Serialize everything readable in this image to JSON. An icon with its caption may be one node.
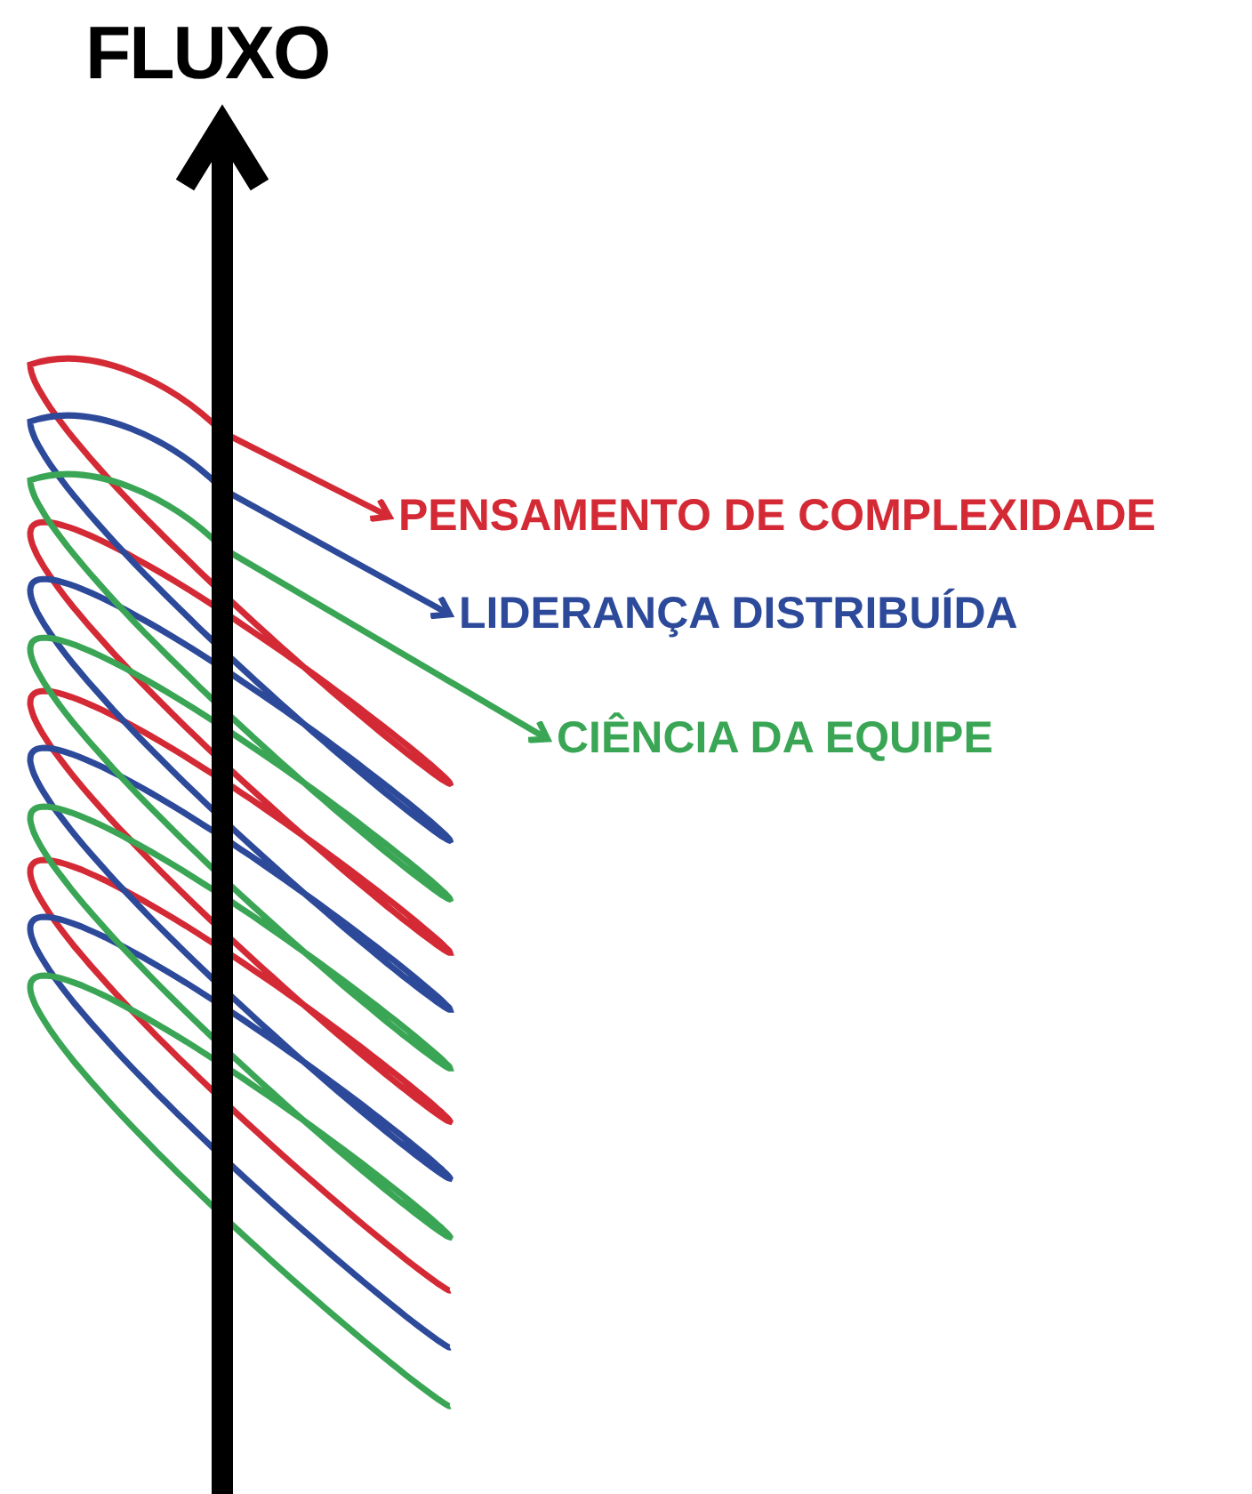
{
  "diagram": {
    "title": "FLUXO",
    "nodes": [
      {
        "text": [
          "PENSAMENTO DE COMPLEXIDADE"
        ]
      },
      {
        "text": [
          "LIDERANÇA DISTRIBUÍDA"
        ]
      },
      {
        "text": [
          "CIÊNCIA DA EQUIPE"
        ]
      }
    ],
    "edges": [
      {
        "from": null,
        "to": 0,
        "arrow": "to",
        "color": "#d42a35"
      },
      {
        "from": null,
        "to": 1,
        "arrow": "to",
        "color": "#2d4a9a"
      },
      {
        "from": null,
        "to": 2,
        "arrow": "to",
        "color": "#3aa655"
      }
    ]
  }
}
